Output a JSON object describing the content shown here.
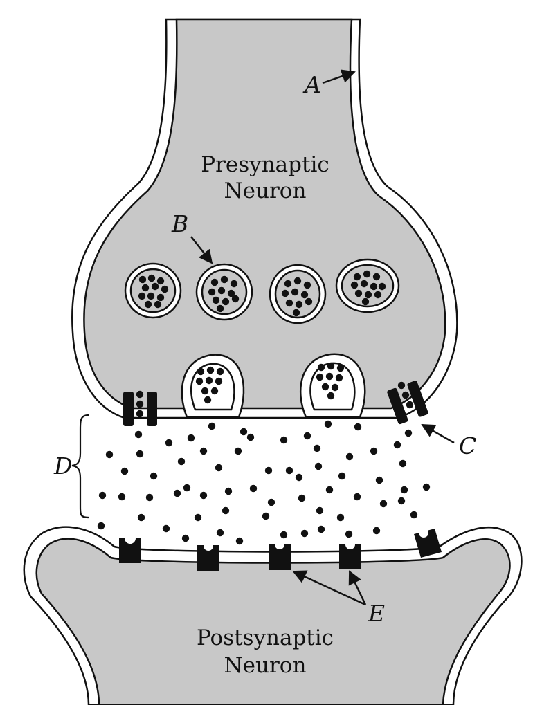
{
  "diagram": {
    "presynaptic_label": [
      "Presynaptic",
      "Neuron"
    ],
    "postsynaptic_label": [
      "Postsynaptic",
      "Neuron"
    ],
    "callouts": {
      "a": "A",
      "b": "B",
      "c": "C",
      "d": "D",
      "e": "E"
    },
    "colors": {
      "cytoplasm": "#c8c8c8",
      "membrane_outline": "#111111",
      "membrane_gap": "#ffffff",
      "molecule": "#111111",
      "background": "#ffffff"
    }
  }
}
